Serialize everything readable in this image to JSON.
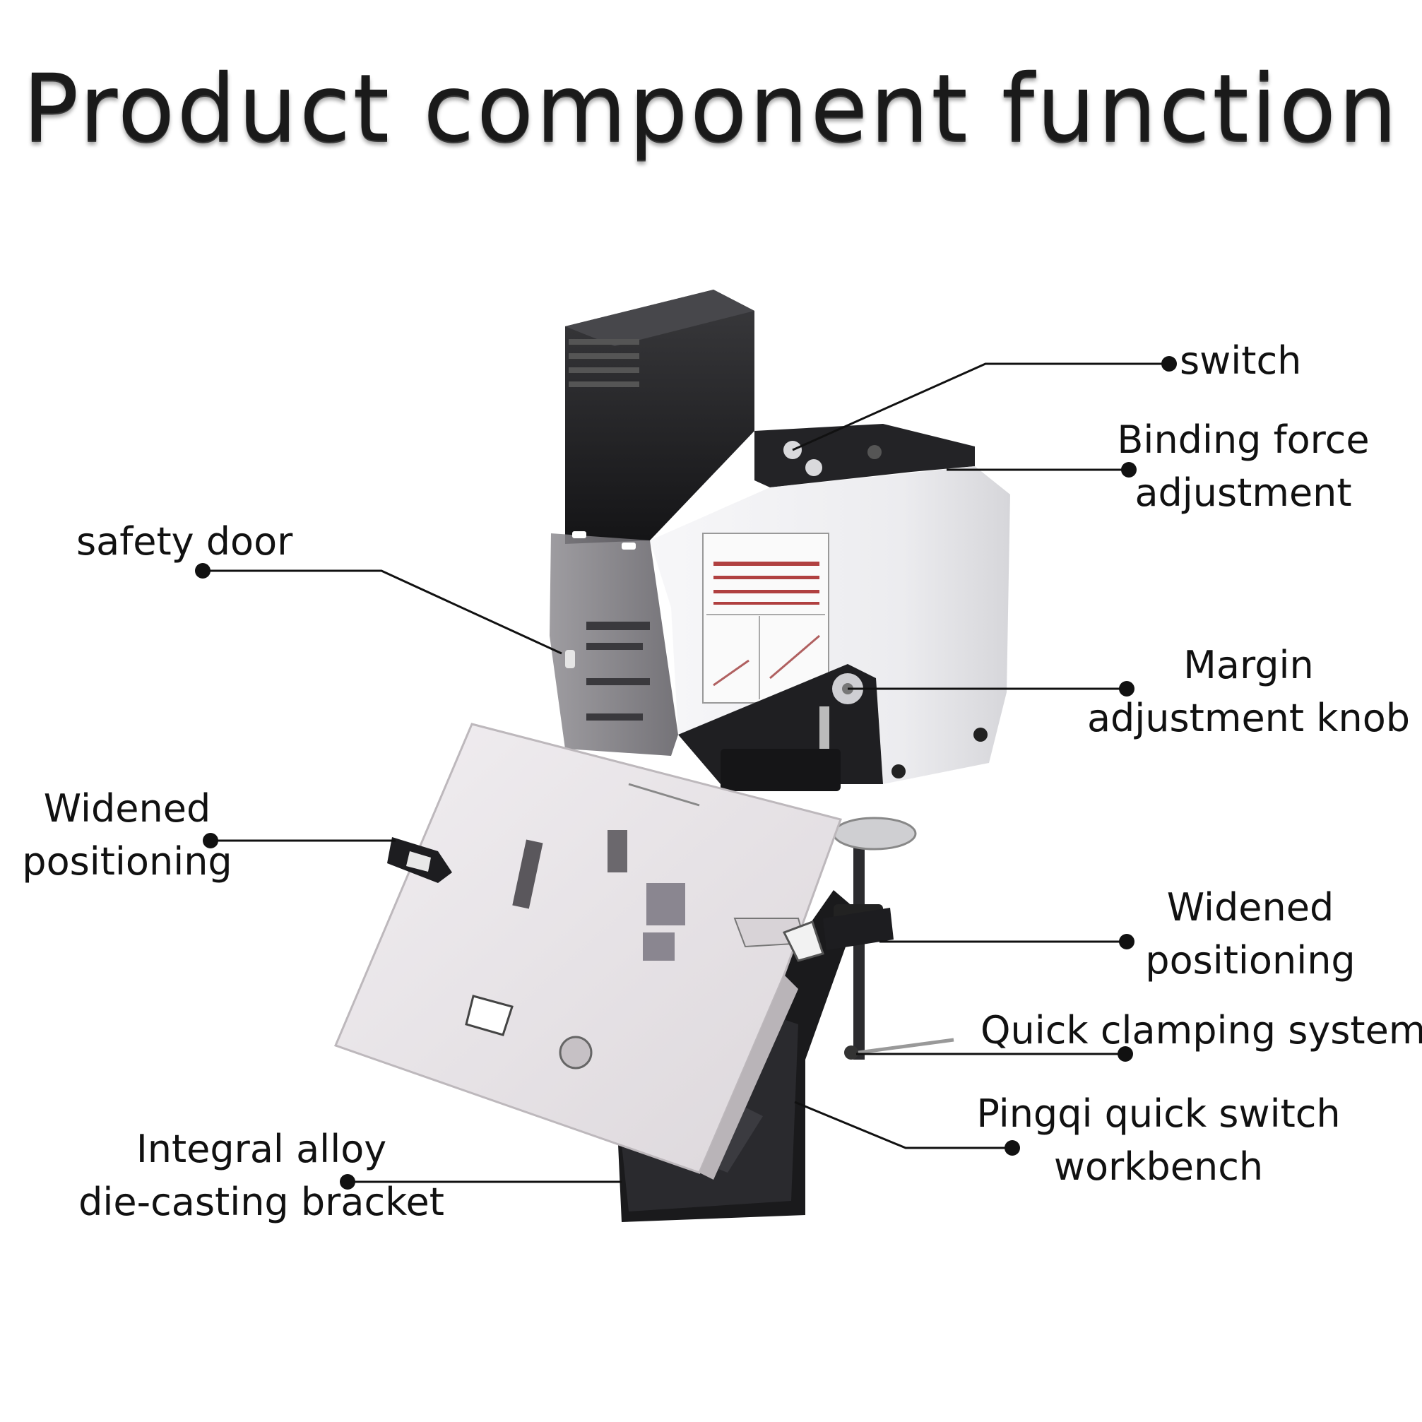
{
  "title": "Product component function",
  "labels": {
    "switch": "switch",
    "binding_force": [
      "Binding force",
      "adjustment"
    ],
    "safety_door": "safety door",
    "margin_knob": [
      "Margin",
      "adjustment knob"
    ],
    "widened_left": [
      "Widened",
      "positioning"
    ],
    "widened_right": [
      "Widened",
      "positioning"
    ],
    "quick_clamping": "Quick clamping system",
    "pingqi": [
      "Pingqi quick switch",
      "workbench"
    ],
    "bracket": [
      "Integral alloy",
      "die-casting bracket"
    ]
  },
  "colors": {
    "body_black": "#1c1c1e",
    "housing_white": "#eeeef0",
    "plate_silver": "#e7e3e6",
    "leader_line": "#111111"
  }
}
